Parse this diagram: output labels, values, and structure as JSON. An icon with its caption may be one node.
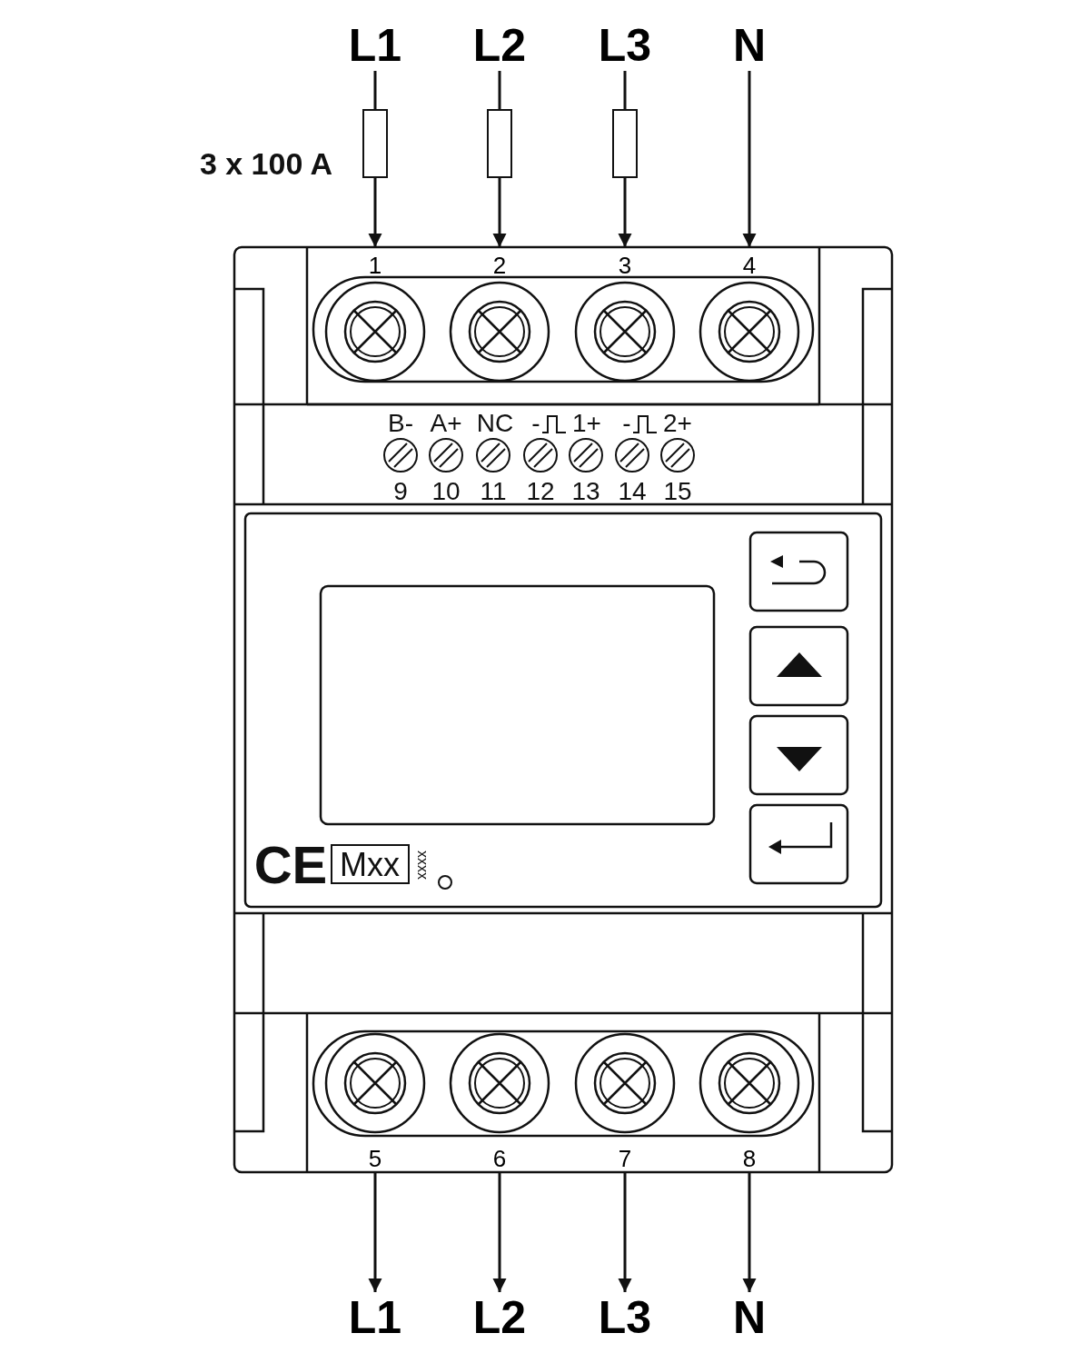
{
  "diagram": {
    "nodes": [
      {
        "text": [
          "L1"
        ]
      },
      {
        "text": [
          "L2"
        ]
      },
      {
        "text": [
          "L3"
        ]
      },
      {
        "text": [
          "N"
        ]
      },
      {
        "text": [],
        "shape": "box"
      },
      {
        "text": [],
        "shape": "box"
      },
      {
        "text": [],
        "shape": "box"
      },
      {
        "text": [
          "1"
        ]
      },
      {
        "text": [
          "2"
        ]
      },
      {
        "text": [
          "3"
        ]
      },
      {
        "text": [
          "4"
        ]
      },
      {
        "text": [
          "5"
        ]
      },
      {
        "text": [
          "6"
        ]
      },
      {
        "text": [
          "7"
        ]
      },
      {
        "text": [
          "8"
        ]
      },
      {
        "text": [
          "L1"
        ]
      },
      {
        "text": [
          "L2"
        ]
      },
      {
        "text": [
          "L3"
        ]
      },
      {
        "text": [
          "N"
        ]
      }
    ],
    "edges": [
      {
        "from": 0,
        "to": 4,
        "arrow": "none"
      },
      {
        "from": 4,
        "to": 7,
        "arrow": "to"
      },
      {
        "from": 1,
        "to": 5,
        "arrow": "none"
      },
      {
        "from": 5,
        "to": 8,
        "arrow": "to"
      },
      {
        "from": 2,
        "to": 6,
        "arrow": "none"
      },
      {
        "from": 6,
        "to": 9,
        "arrow": "to"
      },
      {
        "from": 3,
        "to": 10,
        "arrow": "to"
      },
      {
        "from": 11,
        "to": 15,
        "arrow": "to"
      },
      {
        "from": 12,
        "to": 16,
        "arrow": "to"
      },
      {
        "from": 13,
        "to": 17,
        "arrow": "to"
      },
      {
        "from": 14,
        "to": 18,
        "arrow": "to"
      }
    ],
    "labels": [
      "3 x 100 A",
      "B-",
      "A+",
      "NC",
      "-",
      "1+",
      "-",
      "2+",
      "9",
      "10",
      "11",
      "12",
      "13",
      "14",
      "15",
      "CE",
      "Mxx",
      "xxxx"
    ]
  }
}
